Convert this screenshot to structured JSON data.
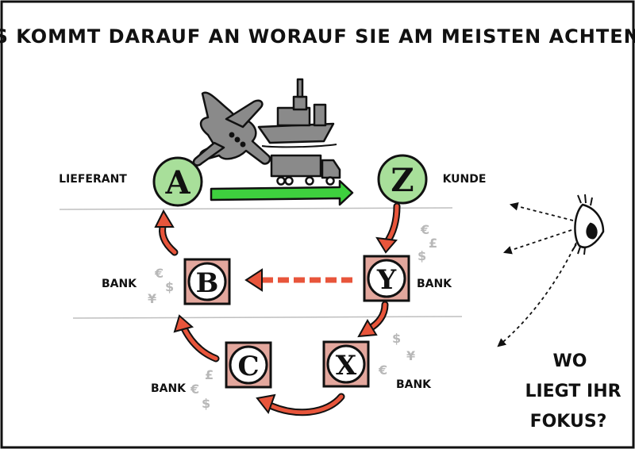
{
  "title": "ES KOMMT DARAUF AN WORAUF SIE AM MEISTEN ACHTEN.",
  "parties": {
    "supplier_label": "LIEFERANT",
    "customer_label": "KUNDE",
    "supplier_letter": "A",
    "customer_letter": "Z"
  },
  "banks": {
    "b": {
      "letter": "B",
      "label": "BANK"
    },
    "y": {
      "letter": "Y",
      "label": "BANK"
    },
    "c": {
      "letter": "C",
      "label": "BANK"
    },
    "x": {
      "letter": "X",
      "label": "BANK"
    }
  },
  "question": {
    "line1": "WO",
    "line2": "LIEGT IHR",
    "line3": "FOKUS?"
  },
  "currency_symbols": {
    "euro": "€",
    "pound": "£",
    "dollar": "$",
    "yen": "¥"
  },
  "colors": {
    "green_circle": "#a8df9a",
    "green_arrow": "#3ed03e",
    "bank_fill": "#e3a79d",
    "red_arrow": "#e8553b",
    "lines": "#bfbfbf",
    "vehicles": "#8a8a8a",
    "currency": "#b8b8b8"
  },
  "icons": [
    "airplane-icon",
    "ship-icon",
    "truck-icon",
    "eye-icon"
  ]
}
